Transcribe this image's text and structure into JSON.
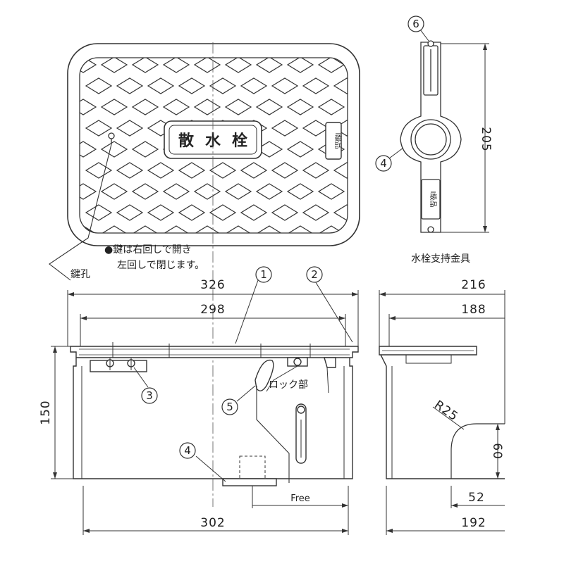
{
  "top_view": {
    "lid_text": [
      "散",
      "水",
      "栓"
    ],
    "badge_text": "I級品"
  },
  "bracket_caption": "水栓支持金具",
  "bracket_badge": "I級品",
  "dimensions": {
    "d_326": "326",
    "d_298": "298",
    "d_150": "150",
    "d_302": "302",
    "d_216": "216",
    "d_188": "188",
    "d_192": "192",
    "d_205": "205",
    "d_60": "60",
    "d_52": "52",
    "radius": "R25"
  },
  "callouts": {
    "c1": "1",
    "c2": "2",
    "c3": "3",
    "c4_bracket": "4",
    "c4_bottom": "4",
    "c5": "5",
    "c6": "6"
  },
  "labels": {
    "key_hole": "鍵孔",
    "lock_part": "ロック部",
    "free": "Free",
    "note_line1": "●鍵は右回しで開き",
    "note_line2": "左回しで閉じます。"
  }
}
